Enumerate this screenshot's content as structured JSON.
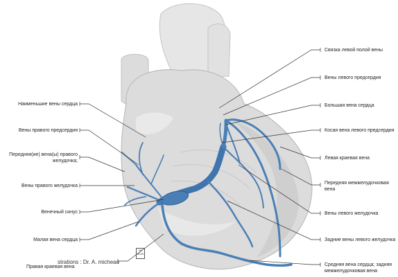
{
  "labels_left": [
    {
      "id": "smallest-cardiac-veins",
      "text": "Наименьшие вены сердца"
    },
    {
      "id": "right-atrial-veins",
      "text": "Вены правого предсердия"
    },
    {
      "id": "anterior-right-ventricular-veins",
      "text": "Передняя(ие) вена(ы) правого\nжелудочка;"
    },
    {
      "id": "right-ventricular-veins",
      "text": "Вены правого желудочка"
    },
    {
      "id": "coronary-sinus",
      "text": "Венечный синус"
    },
    {
      "id": "small-cardiac-vein",
      "text": "Малая вена сердца"
    },
    {
      "id": "right-marginal-vein",
      "text": "Правая краевая вена"
    }
  ],
  "labels_right": [
    {
      "id": "ligament-left-vena-cava",
      "text": "Связка левой полой вены"
    },
    {
      "id": "left-atrial-veins",
      "text": "Вены левого предсердия"
    },
    {
      "id": "great-cardiac-vein",
      "text": "Большая вена сердца"
    },
    {
      "id": "oblique-vein-left-atrium",
      "text": "Косая вена левого предсердия"
    },
    {
      "id": "left-marginal-vein",
      "text": "Левая краевая вена"
    },
    {
      "id": "anterior-interventricular-vein",
      "text": "Передняя межжелудочковая\nвена"
    },
    {
      "id": "left-ventricular-veins",
      "text": "Вены левого желудочка"
    },
    {
      "id": "posterior-left-ventricular-veins",
      "text": "Задние вены левого желудочка"
    },
    {
      "id": "middle-cardiac-vein",
      "text": "Средняя вена сердца; задняя\nмежжелудочковая вена"
    }
  ],
  "credit": "strations : Dr. A. micheau",
  "logo_text": "IMAIOS",
  "colors": {
    "vein": "#4a7fb5",
    "vein_dark": "#2f5f93",
    "heart": "#d9d9d9",
    "heart_edge": "#bdbdbd",
    "leader": "#333333"
  }
}
